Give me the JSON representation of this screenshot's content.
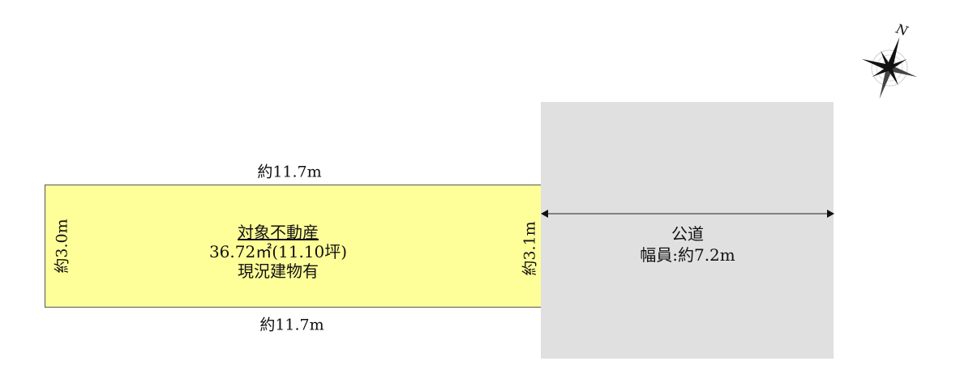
{
  "lot": {
    "title": "対象不動産",
    "area": "36.72㎡(11.10坪)",
    "status": "現況建物有",
    "top_length": "約11.7m",
    "bottom_length": "約11.7m",
    "left_width": "約3.0m",
    "right_width": "約3.1m",
    "color": "#ffff99"
  },
  "road": {
    "name": "公道",
    "width": "幅員:約7.2m",
    "color": "#e0e0e0"
  },
  "compass": {
    "north_label": "N"
  }
}
